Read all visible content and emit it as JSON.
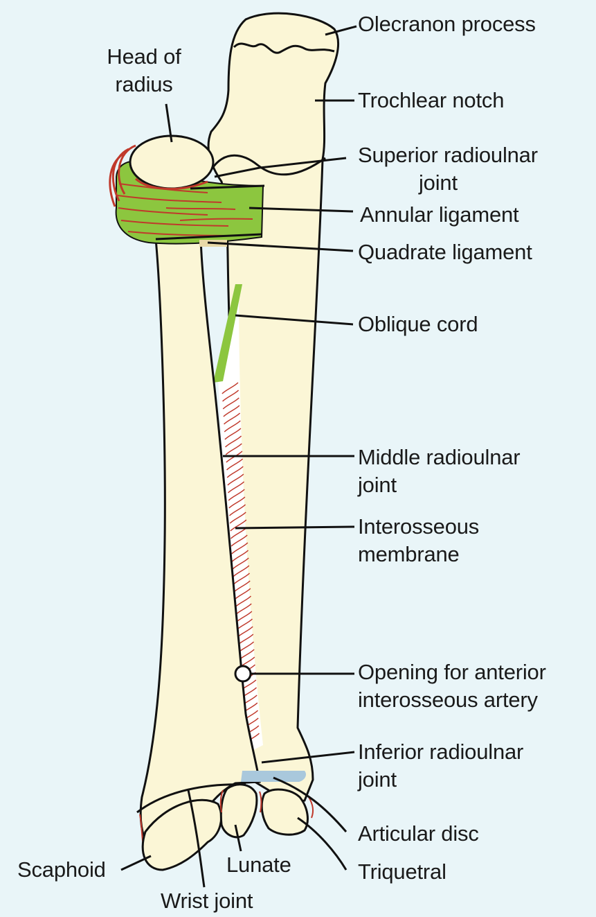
{
  "colors": {
    "background": "#e9f5f8",
    "bone": "#fbf6d6",
    "bone_outline": "#111111",
    "ligament_green": "#8cc63f",
    "fiber_red": "#c0392b",
    "disc_blue": "#a9c8dc",
    "leader": "#111111"
  },
  "labels": {
    "olecranon": "Olecranon process",
    "head_radius_1": "Head of",
    "head_radius_2": "radius",
    "trochlear": "Trochlear notch",
    "sup_ru_1": "Superior radioulnar",
    "sup_ru_2": "joint",
    "annular": "Annular ligament",
    "quadrate": "Quadrate ligament",
    "oblique": "Oblique cord",
    "mid_ru_1": "Middle radioulnar",
    "mid_ru_2": "joint",
    "interosseous_1": "Interosseous",
    "interosseous_2": "membrane",
    "opening_1": "Opening for anterior",
    "opening_2": "interosseous artery",
    "inf_ru_1": "Inferior radioulnar",
    "inf_ru_2": "joint",
    "articular_disc": "Articular disc",
    "triquetral": "Triquetral",
    "scaphoid": "Scaphoid",
    "lunate": "Lunate",
    "wrist_joint": "Wrist joint"
  }
}
